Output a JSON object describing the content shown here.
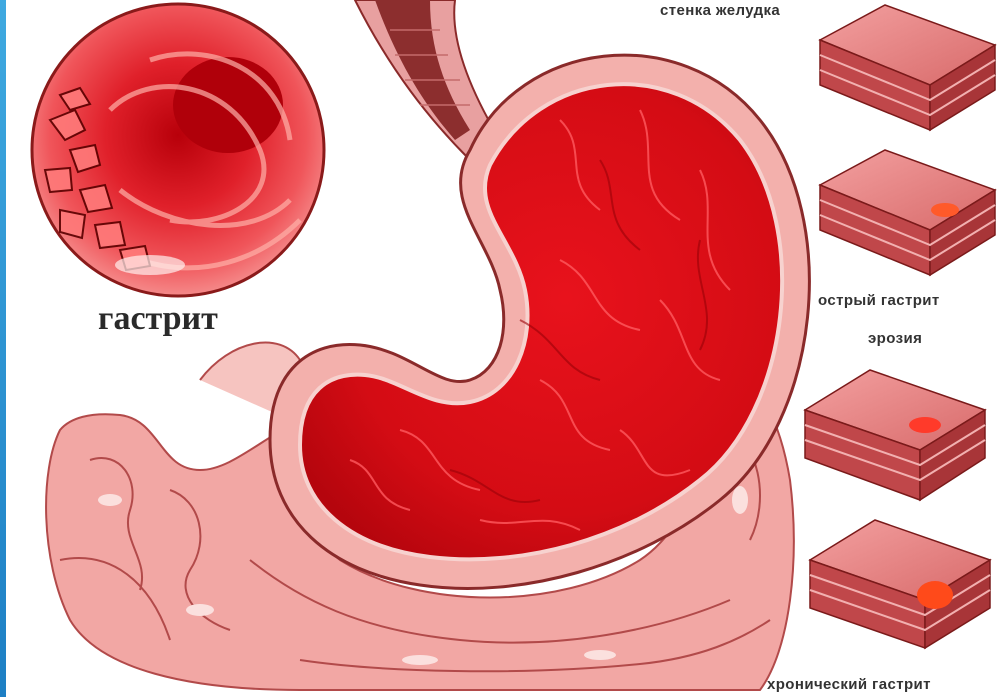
{
  "main_label": "гастрит",
  "labels": {
    "wall": "стенка желудка",
    "acute": "острый гастрит",
    "erosion": "эрозия",
    "chronic": "хронический гастрит"
  }
}
